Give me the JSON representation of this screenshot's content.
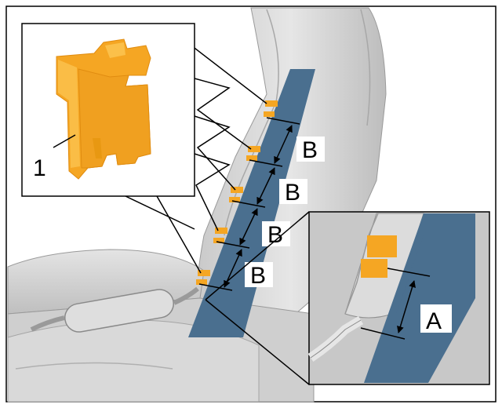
{
  "labels": {
    "callout_1": "1",
    "spacing_b": [
      "B",
      "B",
      "B",
      "B"
    ],
    "spacing_a": "A"
  },
  "colors": {
    "clip": "#f5a623",
    "clip_highlight": "#fbc04a",
    "blue_strip": "#4a6f8f",
    "seat_grey": "#d7d7d7",
    "seat_dark": "#b9b9b9",
    "frame": "#000000"
  }
}
